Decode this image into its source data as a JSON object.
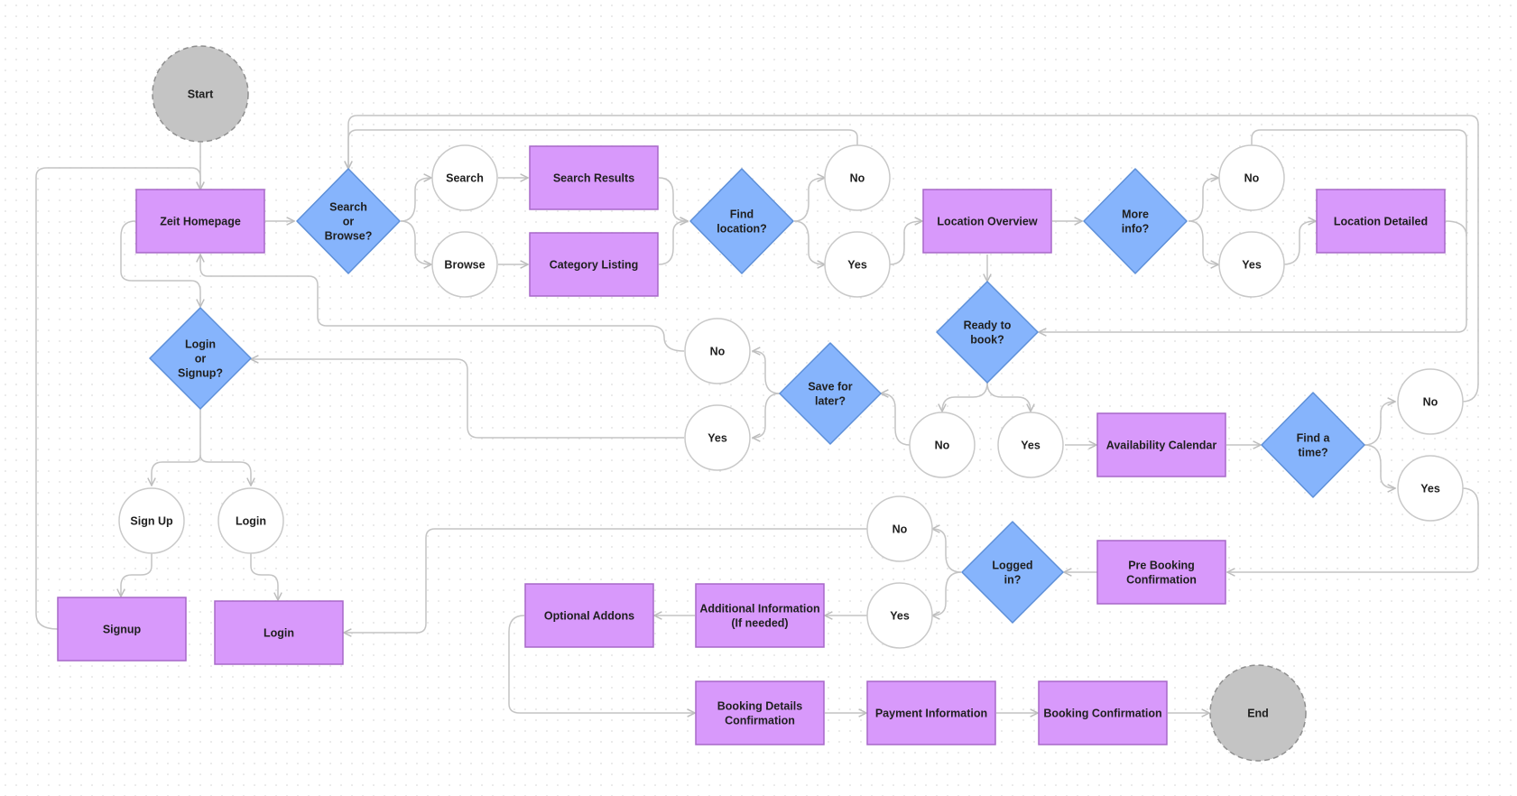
{
  "colors": {
    "process": "#d899fb",
    "process_stroke": "#a768c8",
    "decision": "#86b4fc",
    "decision_stroke": "#5d8fd8",
    "terminal": "#c4c4c4",
    "terminal_stroke": "#8f8f8f",
    "answer_fill": "#ffffff",
    "answer_stroke": "#c9c9c9",
    "edge": "#c4c4c4"
  },
  "nodes": {
    "start": "Start",
    "zeit_homepage": "Zeit Homepage",
    "search_or_browse": "Search\nor\nBrowse?",
    "search": "Search",
    "browse": "Browse",
    "search_results": "Search Results",
    "category_listing": "Category Listing",
    "find_location": "Find\nlocation?",
    "find_location_no": "No",
    "find_location_yes": "Yes",
    "location_overview": "Location Overview",
    "more_info": "More\ninfo?",
    "more_info_no": "No",
    "more_info_yes": "Yes",
    "location_detailed": "Location Detailed",
    "ready_to_book": "Ready to\nbook?",
    "ready_no": "No",
    "ready_yes": "Yes",
    "save_for_later": "Save for\nlater?",
    "save_no": "No",
    "save_yes": "Yes",
    "login_or_signup": "Login\nor\nSignup?",
    "sign_up_choice": "Sign Up",
    "login_choice": "Login",
    "signup": "Signup",
    "login": "Login",
    "availability_calendar": "Availability Calendar",
    "find_a_time": "Find a\ntime?",
    "find_time_no": "No",
    "find_time_yes": "Yes",
    "pre_booking_confirmation": "Pre Booking\nConfirmation",
    "logged_in": "Logged\nin?",
    "logged_no": "No",
    "logged_yes": "Yes",
    "additional_information": "Additional Information\n(If needed)",
    "optional_addons": "Optional Addons",
    "booking_details_confirmation": "Booking Details\nConfirmation",
    "payment_information": "Payment Information",
    "booking_confirmation": "Booking  Confirmation",
    "end": "End"
  }
}
